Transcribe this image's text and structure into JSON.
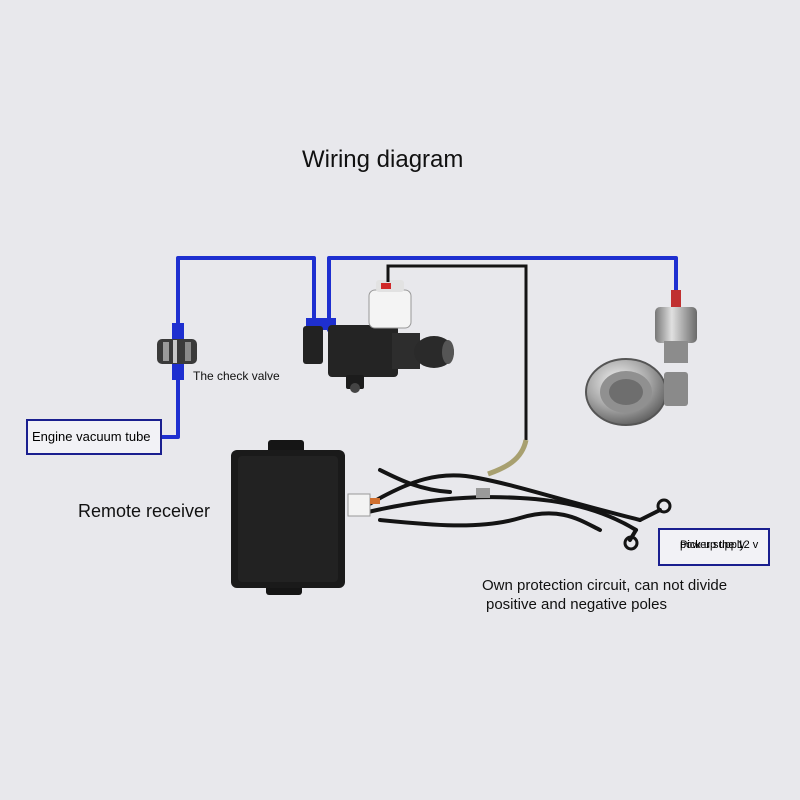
{
  "title": "Wiring diagram",
  "labels": {
    "check_valve": "The check valve",
    "engine_vacuum_tube": "Engine vacuum tube",
    "remote_receiver": "Remote receiver",
    "power_supply_line1": "Pick up the 12 v",
    "power_supply_line2": "power supply",
    "note_line1": "Own protection circuit, can not divide",
    "note_line2": "positive and negative poles"
  },
  "colors": {
    "background": "#e8e8ec",
    "vacuum_hose": "#1e2fd0",
    "label_border": "#1a1f8f",
    "wire": "#141414"
  }
}
